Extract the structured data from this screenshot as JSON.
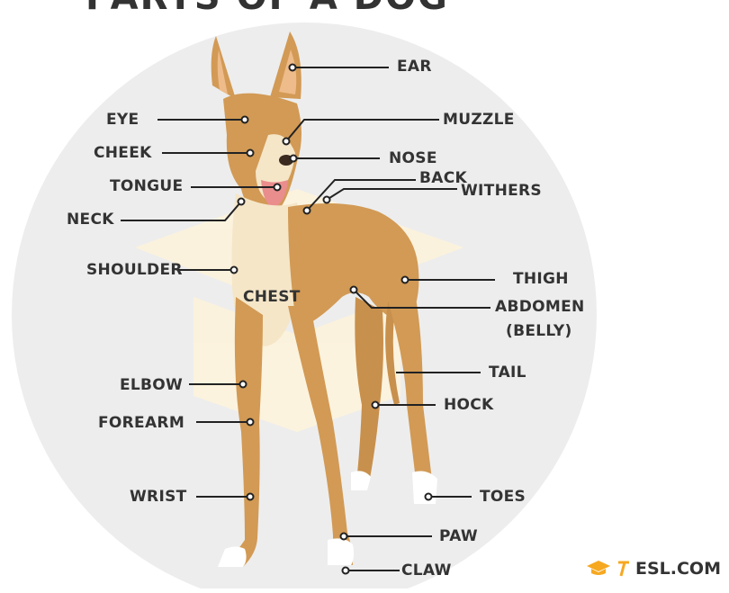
{
  "title": "PARTS OF A DOG",
  "labels": {
    "ear": "EAR",
    "eye": "EYE",
    "muzzle": "MUZZLE",
    "cheek": "CHEEK",
    "nose": "NOSE",
    "back": "BACK",
    "withers": "WITHERS",
    "tongue": "TONGUE",
    "neck": "NECK",
    "shoulder": "SHOULDER",
    "chest": "CHEST",
    "thigh": "THIGH",
    "abdomen": "ABDOMEN",
    "belly": "(BELLY)",
    "tail": "TAIL",
    "elbow": "ELBOW",
    "hock": "HOCK",
    "forearm": "FOREARM",
    "wrist": "WRIST",
    "toes": "TOES",
    "paw": "PAW",
    "claw": "CLAW"
  },
  "brand": {
    "text": "ESL.COM"
  },
  "colors": {
    "circle": "#ededed",
    "logo_watermark": "#fdf3dc",
    "dog_body": "#d29a55",
    "dog_light": "#f5e6c8",
    "line": "#222222",
    "brand_accent": "#f6a821"
  }
}
